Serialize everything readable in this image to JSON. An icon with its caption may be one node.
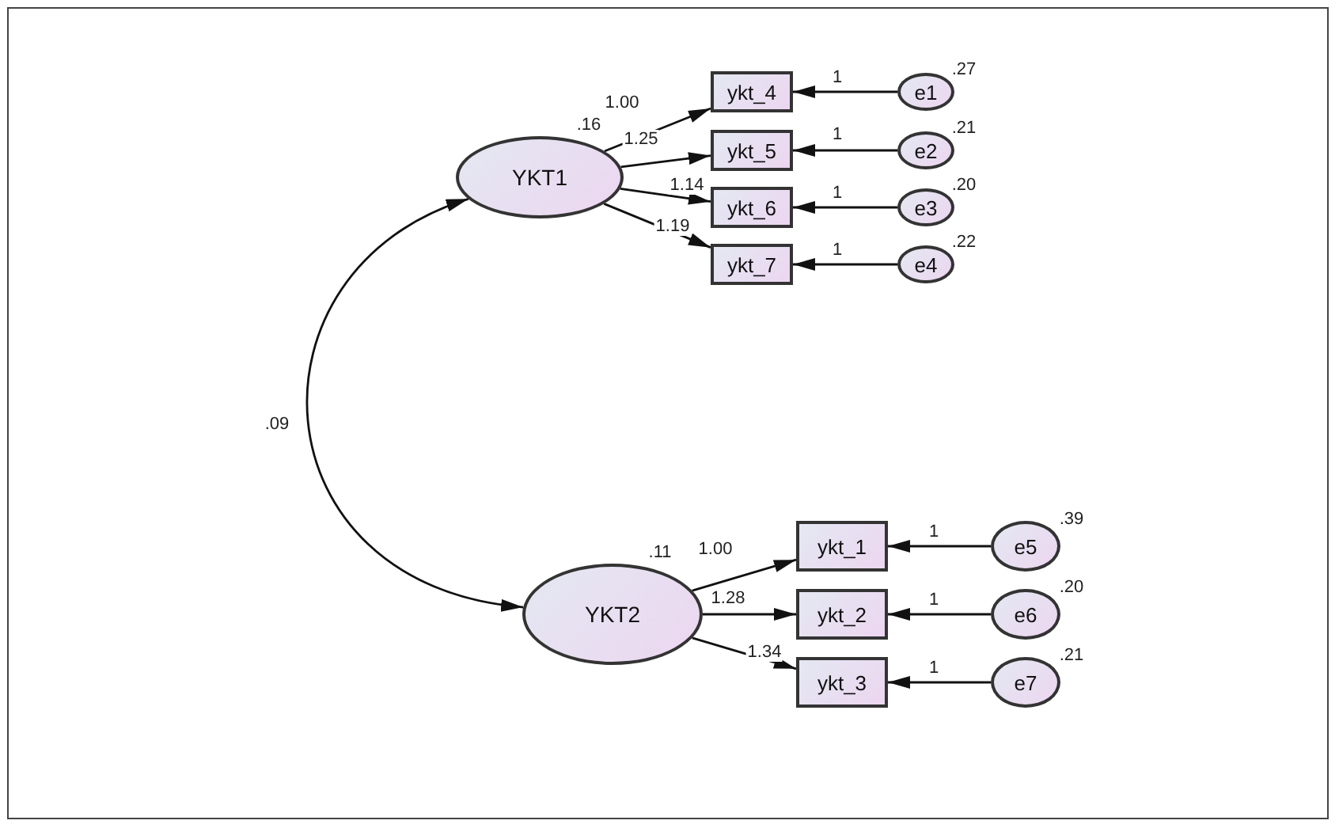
{
  "diagram": {
    "nodes": [
      {
        "text": [
          "YKT1"
        ],
        "beside": [
          ".16"
        ]
      },
      {
        "text": [
          "ykt_4"
        ]
      },
      {
        "text": [
          "ykt_5"
        ]
      },
      {
        "text": [
          "ykt_6"
        ]
      },
      {
        "text": [
          "ykt_7"
        ]
      },
      {
        "text": [
          "e1"
        ],
        "beside": [
          ".27"
        ]
      },
      {
        "text": [
          "e2"
        ],
        "beside": [
          ".21"
        ]
      },
      {
        "text": [
          "e3"
        ],
        "beside": [
          ".20"
        ]
      },
      {
        "text": [
          "e4"
        ],
        "beside": [
          ".22"
        ]
      },
      {
        "text": [
          "YKT2"
        ],
        "beside": [
          ".11"
        ]
      },
      {
        "text": [
          "ykt_1"
        ]
      },
      {
        "text": [
          "ykt_2"
        ]
      },
      {
        "text": [
          "ykt_3"
        ]
      },
      {
        "text": [
          "e5"
        ],
        "beside": [
          ".39"
        ]
      },
      {
        "text": [
          "e6"
        ],
        "beside": [
          ".20"
        ]
      },
      {
        "text": [
          "e7"
        ],
        "beside": [
          ".21"
        ]
      }
    ],
    "edges": [
      {
        "from": 0,
        "to": 1,
        "arrow": "to",
        "label": "1.00"
      },
      {
        "from": 0,
        "to": 2,
        "arrow": "to",
        "label": "1.25"
      },
      {
        "from": 0,
        "to": 3,
        "arrow": "to",
        "label": "1.14"
      },
      {
        "from": 0,
        "to": 4,
        "arrow": "to",
        "label": "1.19"
      },
      {
        "from": 5,
        "to": 1,
        "arrow": "to",
        "label": "1"
      },
      {
        "from": 6,
        "to": 2,
        "arrow": "to",
        "label": "1"
      },
      {
        "from": 7,
        "to": 3,
        "arrow": "to",
        "label": "1"
      },
      {
        "from": 8,
        "to": 4,
        "arrow": "to",
        "label": "1"
      },
      {
        "from": 0,
        "to": 9,
        "arrow": "both",
        "label": ".09"
      },
      {
        "from": 9,
        "to": 10,
        "arrow": "to",
        "label": "1.00"
      },
      {
        "from": 9,
        "to": 11,
        "arrow": "to",
        "label": "1.28"
      },
      {
        "from": 9,
        "to": 12,
        "arrow": "to",
        "label": "1.34"
      },
      {
        "from": 13,
        "to": 10,
        "arrow": "to",
        "label": "1"
      },
      {
        "from": 14,
        "to": 11,
        "arrow": "to",
        "label": "1"
      },
      {
        "from": 15,
        "to": 12,
        "arrow": "to",
        "label": "1"
      }
    ]
  }
}
